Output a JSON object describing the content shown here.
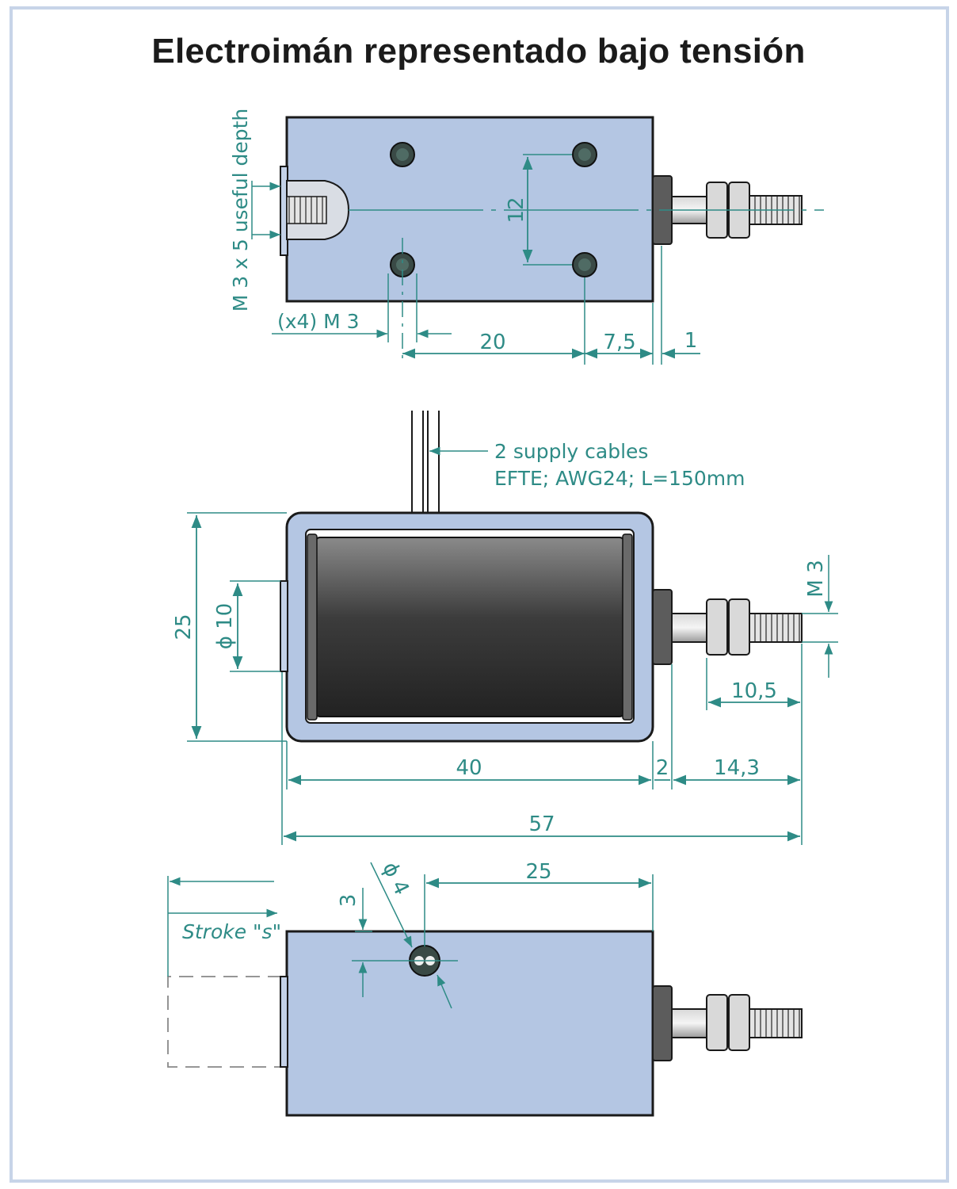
{
  "title": "Electroimán representado bajo tensión",
  "colors": {
    "dimension": "#2e8b86",
    "body_fill": "#b4c6e3",
    "outline": "#1a1a1a",
    "coil": "#4a4a4a",
    "frame_border": "#c7d4e8"
  },
  "top_view": {
    "thread_label": "M 3  x 5 useful depth",
    "holes_label": "(x4) M  3",
    "dim_hole_vertical": "12",
    "dim_hole_spacing": "20",
    "dim_edge": "7,5",
    "dim_flange": "1"
  },
  "front_view": {
    "cable_note_line1": "2 supply cables",
    "cable_note_line2": "EFTE; AWG24; L=150mm",
    "dim_height": "25",
    "dim_diameter": "ϕ 10",
    "dim_thread": "M 3",
    "dim_thread_length": "10,5",
    "dim_body": "40",
    "dim_flange": "2",
    "dim_plunger": "14,3",
    "dim_total": "57"
  },
  "bottom_view": {
    "stroke_label": "Stroke \"s\"",
    "dim_hole_offset": "3",
    "dim_hole_diameter": "ϕ 4",
    "dim_hole_position": "25"
  }
}
